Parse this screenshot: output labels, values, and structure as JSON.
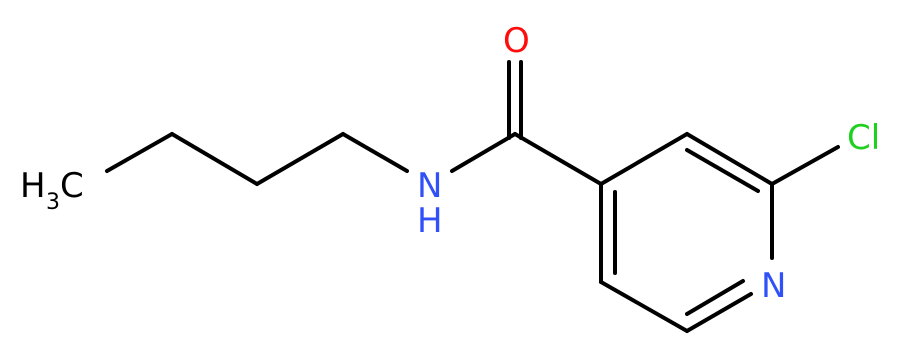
{
  "molecule": {
    "atoms": {
      "oxygen": {
        "symbol": "O",
        "color": "#ff0d0d"
      },
      "chlorine": {
        "symbol": "Cl",
        "color": "#1fd01f"
      },
      "amide_nitrogen": {
        "symbol": "N",
        "color": "#3050f8",
        "hydrogen": "H"
      },
      "ring_nitrogen": {
        "symbol": "N",
        "color": "#3050f8"
      },
      "methyl": {
        "symbol": "H",
        "subscript": "3",
        "carbon": "C",
        "color": "#000000"
      }
    },
    "bond_color": "#000000"
  }
}
